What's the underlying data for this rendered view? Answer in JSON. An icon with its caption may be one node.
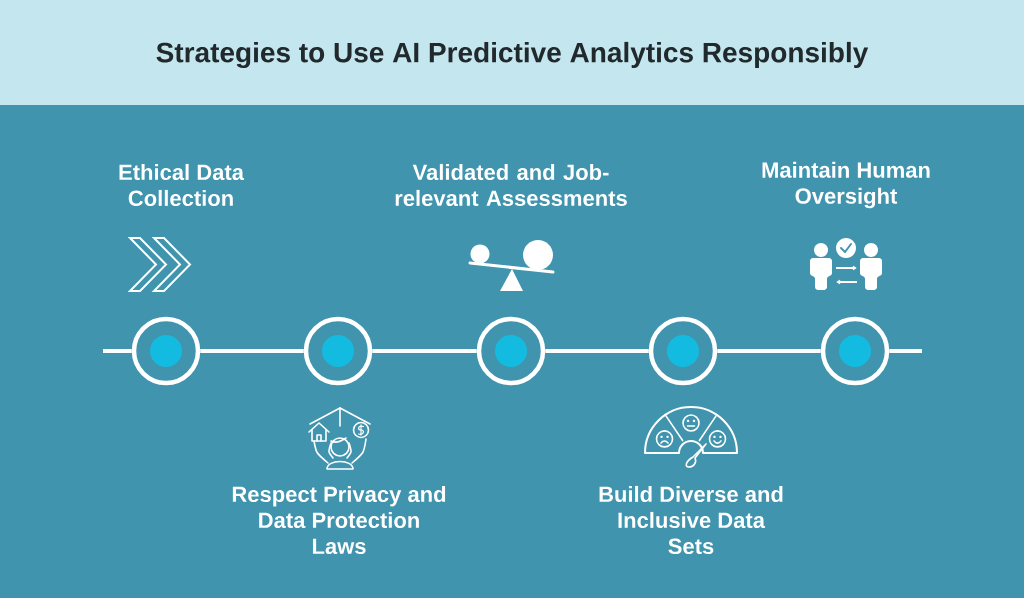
{
  "diagram": {
    "title": "Strategies to Use AI Predictive Analytics Responsibly",
    "nodes": [
      {
        "text": [],
        "shape": "circle"
      },
      {
        "text": [],
        "shape": "circle"
      },
      {
        "text": [],
        "shape": "circle"
      },
      {
        "text": [],
        "shape": "circle"
      },
      {
        "text": [],
        "shape": "circle"
      }
    ],
    "edges": [
      {
        "from": null,
        "to": 0,
        "arrow": "none"
      },
      {
        "from": 0,
        "to": 1,
        "arrow": "none"
      },
      {
        "from": 1,
        "to": 2,
        "arrow": "none"
      },
      {
        "from": 2,
        "to": 3,
        "arrow": "none"
      },
      {
        "from": 3,
        "to": 4,
        "arrow": "none"
      },
      {
        "from": 4,
        "to": null,
        "arrow": "none"
      }
    ],
    "labels": [
      "Ethical Data Collection",
      "Validated and Job-relevant Assessments",
      "Maintain Human Oversight",
      "Respect Privacy and Data Protection Laws",
      "Build Diverse and Inclusive Data Sets"
    ]
  }
}
